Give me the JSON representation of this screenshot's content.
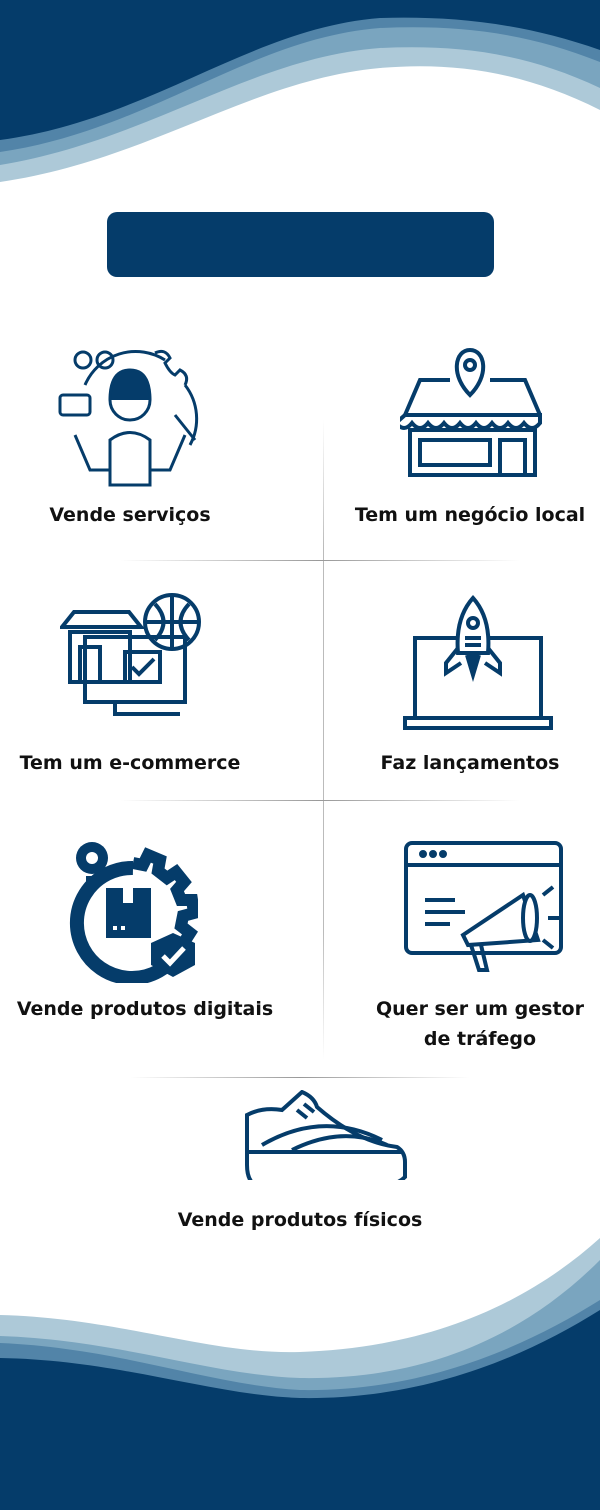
{
  "colors": {
    "dark_blue": "#053c6a",
    "mid_blue": "#5284a8",
    "light_blue": "#7aa5bf",
    "pale_blue": "#adc9d8"
  },
  "items": [
    {
      "label": "Vende serviços",
      "icon": "customer-service-icon"
    },
    {
      "label": "Tem um negócio local",
      "icon": "local-store-icon"
    },
    {
      "label": "Tem um e-commerce",
      "icon": "ecommerce-icon"
    },
    {
      "label": "Faz lançamentos",
      "icon": "rocket-laptop-icon"
    },
    {
      "label": "Vende produtos digitais",
      "icon": "digital-product-icon"
    },
    {
      "label": "Quer ser um gestor",
      "label2": "de tráfego",
      "icon": "megaphone-browser-icon"
    },
    {
      "label": "Vende produtos físicos",
      "icon": "sneaker-icon"
    }
  ]
}
